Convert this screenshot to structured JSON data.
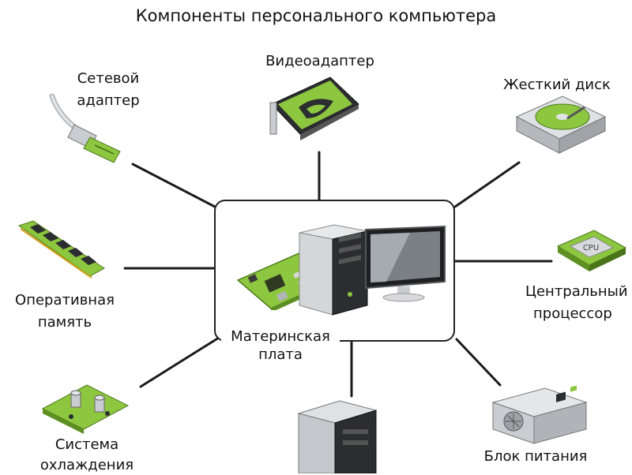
{
  "title": "Компоненты персонального компьютера",
  "center": {
    "label_line1": "Материнская",
    "label_line2": "плата"
  },
  "components": {
    "network": {
      "line1": "Сетевой",
      "line2": "адаптер",
      "icon": "network-cable-icon"
    },
    "video": {
      "line1": "Видеоадаптер",
      "icon": "video-card-icon"
    },
    "hdd": {
      "line1": "Жесткий диск",
      "icon": "hard-disk-icon"
    },
    "ram": {
      "line1": "Оперативная",
      "line2": "память",
      "icon": "ram-module-icon"
    },
    "cpu": {
      "line1": "Центральный",
      "line2": "процессор",
      "icon": "cpu-chip-icon",
      "chip_text": "CPU"
    },
    "cooling": {
      "line1": "Система",
      "line2": "охлаждения",
      "icon": "cooling-system-icon"
    },
    "psu": {
      "line1": "Блок питания",
      "icon": "power-supply-icon"
    },
    "case": {
      "icon": "pc-case-icon"
    }
  },
  "colors": {
    "accent": "#8dc63f",
    "line": "#1a1a1a",
    "metal": "#c9ccd0"
  }
}
